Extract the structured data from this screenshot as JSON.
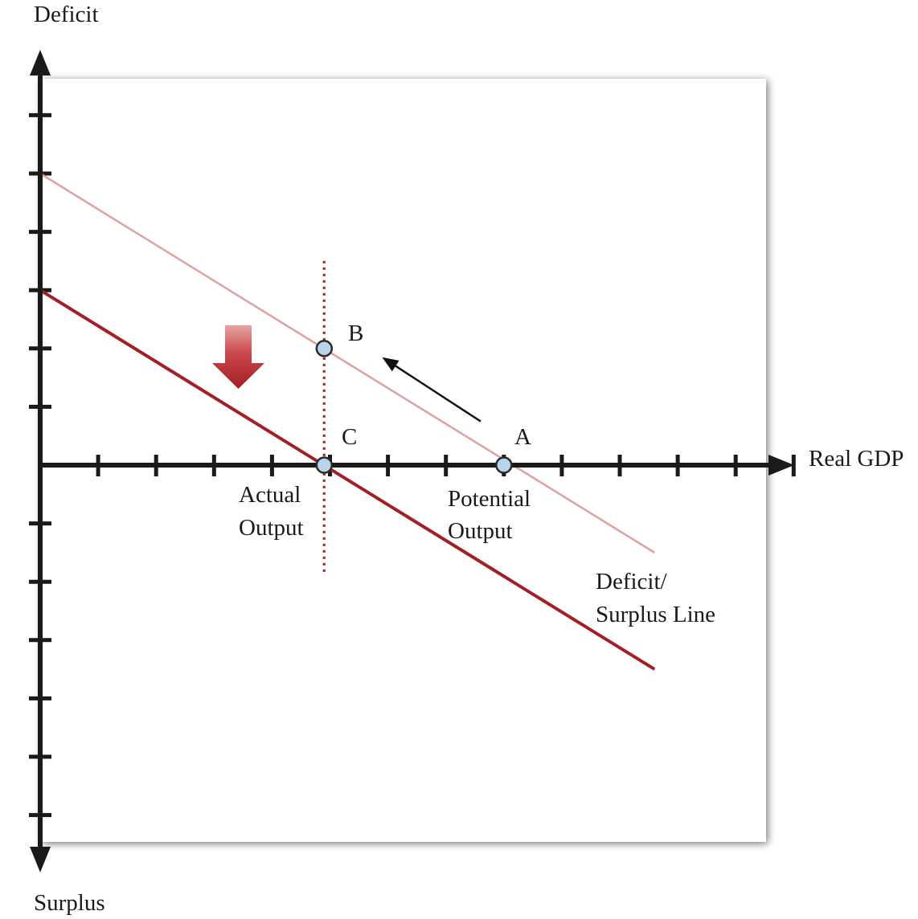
{
  "chart_data": {
    "type": "line",
    "y_axis_top_label": "Deficit",
    "y_axis_bottom_label": "Surplus",
    "x_axis_label": "Real GDP",
    "xlim": [
      0,
      13
    ],
    "ylim": [
      -6,
      6
    ],
    "x_ticks": [
      1,
      2,
      3,
      4,
      5,
      6,
      7,
      8,
      9,
      10,
      11,
      12,
      13
    ],
    "y_ticks": [
      -6,
      -5,
      -4,
      -3,
      -2,
      -1,
      1,
      2,
      3,
      4,
      5,
      6
    ],
    "series": [
      {
        "role": "original",
        "color": "#e0a0a0",
        "x": [
          0,
          10.6
        ],
        "y": [
          5,
          -1.5
        ]
      },
      {
        "role": "shifted",
        "color": "#a31f24",
        "x": [
          0,
          10.6
        ],
        "y": [
          3,
          -3.5
        ]
      }
    ],
    "vertical_line": {
      "x": 4.9,
      "y_range": [
        -1.9,
        3.5
      ],
      "color": "#a31f24",
      "style": "dotted"
    },
    "points": [
      {
        "label": "B",
        "x": 4.9,
        "y": 2
      },
      {
        "label": "C",
        "x": 4.9,
        "y": 0
      },
      {
        "label": "A",
        "x": 8,
        "y": 0
      }
    ],
    "annotations": {
      "actual_output": [
        "Actual",
        "Output"
      ],
      "potential_output": [
        "Potential",
        "Output"
      ],
      "line_label": [
        "Deficit/",
        "Surplus Line"
      ]
    },
    "movement_arrow": {
      "from": [
        7.6,
        0.75
      ],
      "to": [
        5.9,
        1.85
      ],
      "color": "#111111"
    },
    "shift_arrow": {
      "direction": "down",
      "color": "#a31f24"
    }
  }
}
